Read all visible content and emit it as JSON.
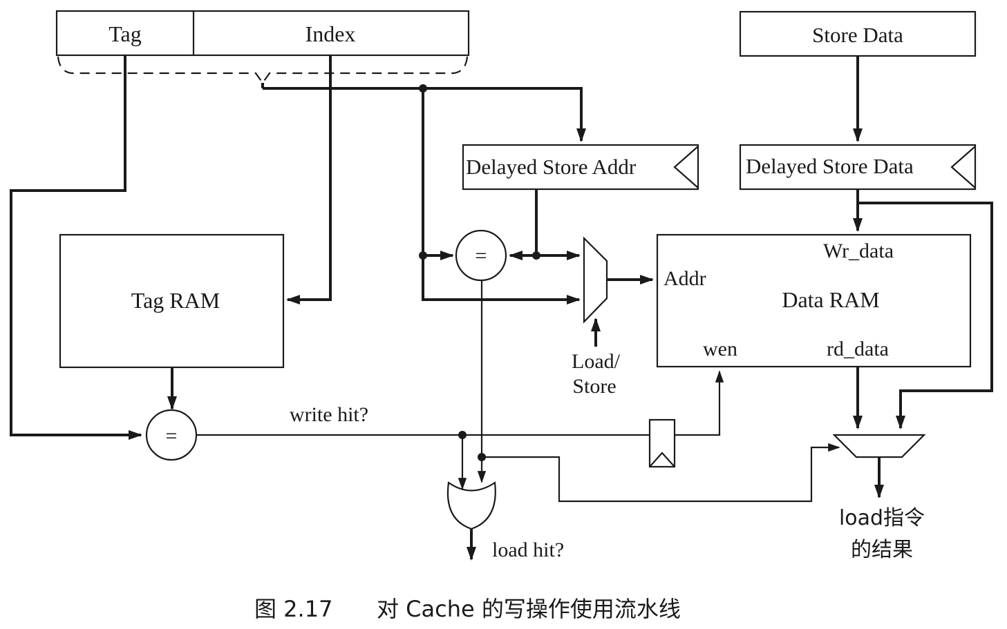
{
  "address": {
    "fields": [
      {
        "id": "tag",
        "label": "Tag"
      },
      {
        "id": "index",
        "label": "Index"
      }
    ]
  },
  "store_data": {
    "label": "Store Data"
  },
  "delayed_store_addr": {
    "label": "Delayed Store Addr"
  },
  "delayed_store_data": {
    "label": "Delayed Store Data"
  },
  "tag_ram": {
    "label": "Tag RAM"
  },
  "data_ram": {
    "label": "Data RAM",
    "ports": {
      "addr": "Addr",
      "wr_data": "Wr_data",
      "wen": "wen",
      "rd_data": "rd_data"
    }
  },
  "comparators": {
    "addr_compare": "=",
    "tag_compare": "="
  },
  "mux_select": {
    "line1": "Load/",
    "line2": "Store"
  },
  "signals": {
    "write_hit": "write hit?",
    "load_hit": "load hit?"
  },
  "result": {
    "line1": "load指令",
    "line2": "的结果"
  },
  "caption": {
    "number": "图 2.17",
    "text": "对 Cache 的写操作使用流水线"
  }
}
